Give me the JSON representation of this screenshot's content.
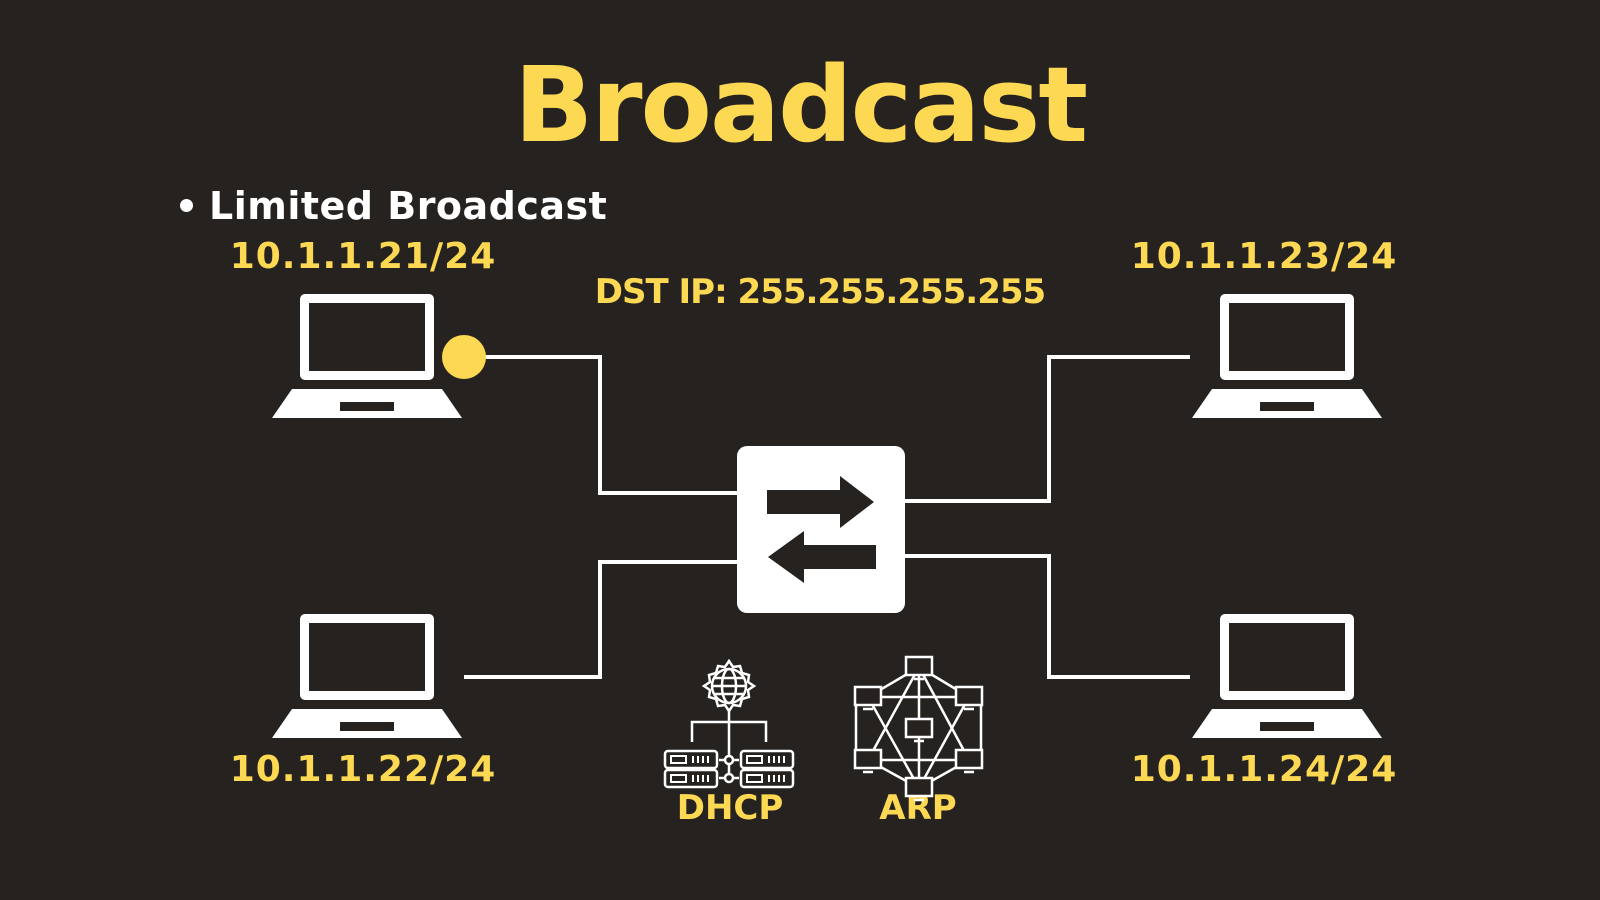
{
  "title": "Broadcast",
  "bullet": "Limited Broadcast",
  "dst_ip": "DST IP: 255.255.255.255",
  "hosts": [
    "10.1.1.21/24",
    "10.1.1.22/24",
    "10.1.1.23/24",
    "10.1.1.24/24"
  ],
  "protocols": [
    "DHCP",
    "ARP"
  ],
  "colors": {
    "background": "#262220",
    "accent": "#fdd853",
    "foreground": "#ffffff"
  },
  "icons": [
    "laptop-icon",
    "switch-icon",
    "dhcp-server-icon",
    "arp-network-icon"
  ]
}
